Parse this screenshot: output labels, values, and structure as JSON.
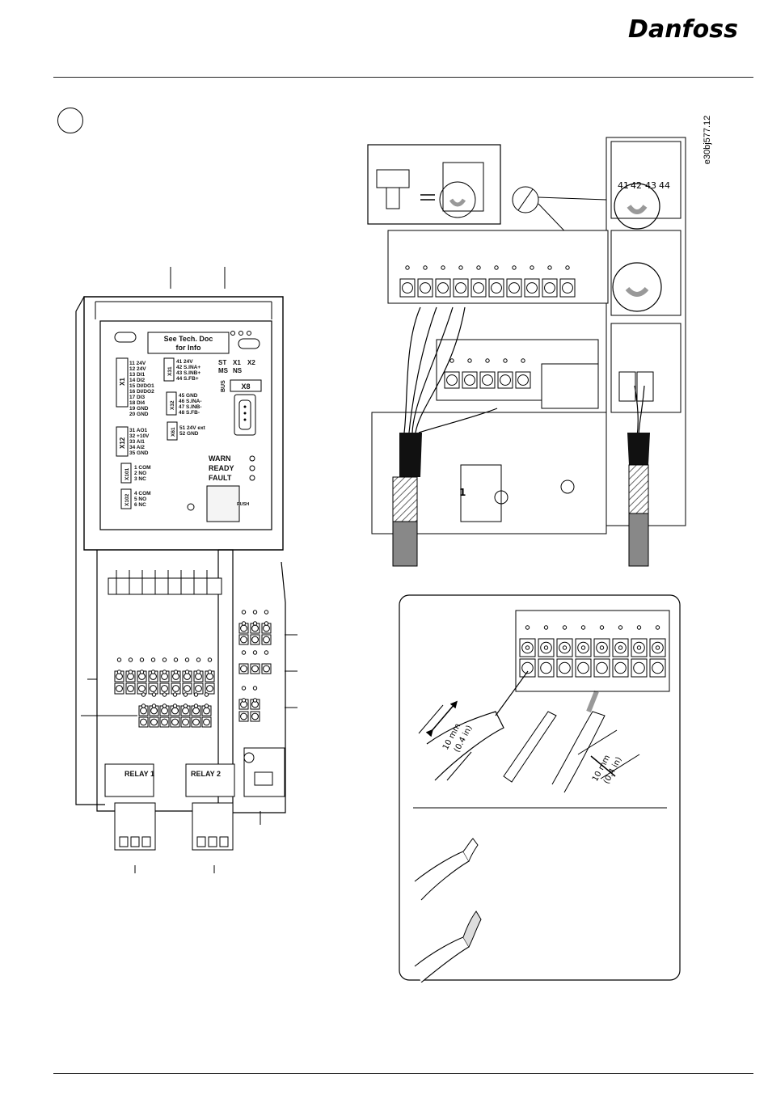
{
  "brand": "Danfoss",
  "figure_ref": "e30bj577.12",
  "control_panel": {
    "info_label_line1": "See Tech. Doc",
    "info_label_line2": "for Info",
    "x1_terminals": [
      "11 24V",
      "12 24V",
      "13 DI1",
      "14 DI2",
      "15 DI/DO1",
      "16 DI/DO2",
      "17 DI3",
      "18 DI4",
      "19 GND",
      "20 GND"
    ],
    "x1_label": "X1",
    "x12_terminals": [
      "31 AO1",
      "32 +10V",
      "33 AI1",
      "34 AI2",
      "35 GND"
    ],
    "x12_label": "X12",
    "x101_terminals": [
      "1 COM",
      "2 NO",
      "3 NC"
    ],
    "x101_label": "X101",
    "x102_terminals": [
      "4 COM",
      "5 NO",
      "6 NC"
    ],
    "x102_label": "X102",
    "x31_terminals": [
      "41 24V",
      "42 S.INA+",
      "43 S.INB+",
      "44 S.FB+"
    ],
    "x31_label": "X31",
    "x32_terminals": [
      "45 GND",
      "46 S.INA-",
      "47 S.INB-",
      "48 S.FB-"
    ],
    "x32_label": "X32",
    "x61_terminals": [
      "51 24V ext",
      "52 GND"
    ],
    "x61_label": "X61",
    "bus_headers": [
      "ST",
      "X1",
      "X2"
    ],
    "bus_sub": [
      "MS",
      "NS"
    ],
    "bus_label": "BUS",
    "x8_label": "X8",
    "led_labels": [
      "WARN",
      "READY",
      "FAULT"
    ],
    "push_label": "PUSH",
    "relay1_label": "RELAY 1",
    "relay2_label": "RELAY 2"
  },
  "terminal_numbers": [
    "41",
    "42",
    "43",
    "44"
  ],
  "module_marker": "1",
  "strip_lengths": [
    {
      "metric": "10 mm",
      "imperial": "(0.4 in)"
    },
    {
      "metric": "10 mm",
      "imperial": "(0.4 in)"
    }
  ]
}
